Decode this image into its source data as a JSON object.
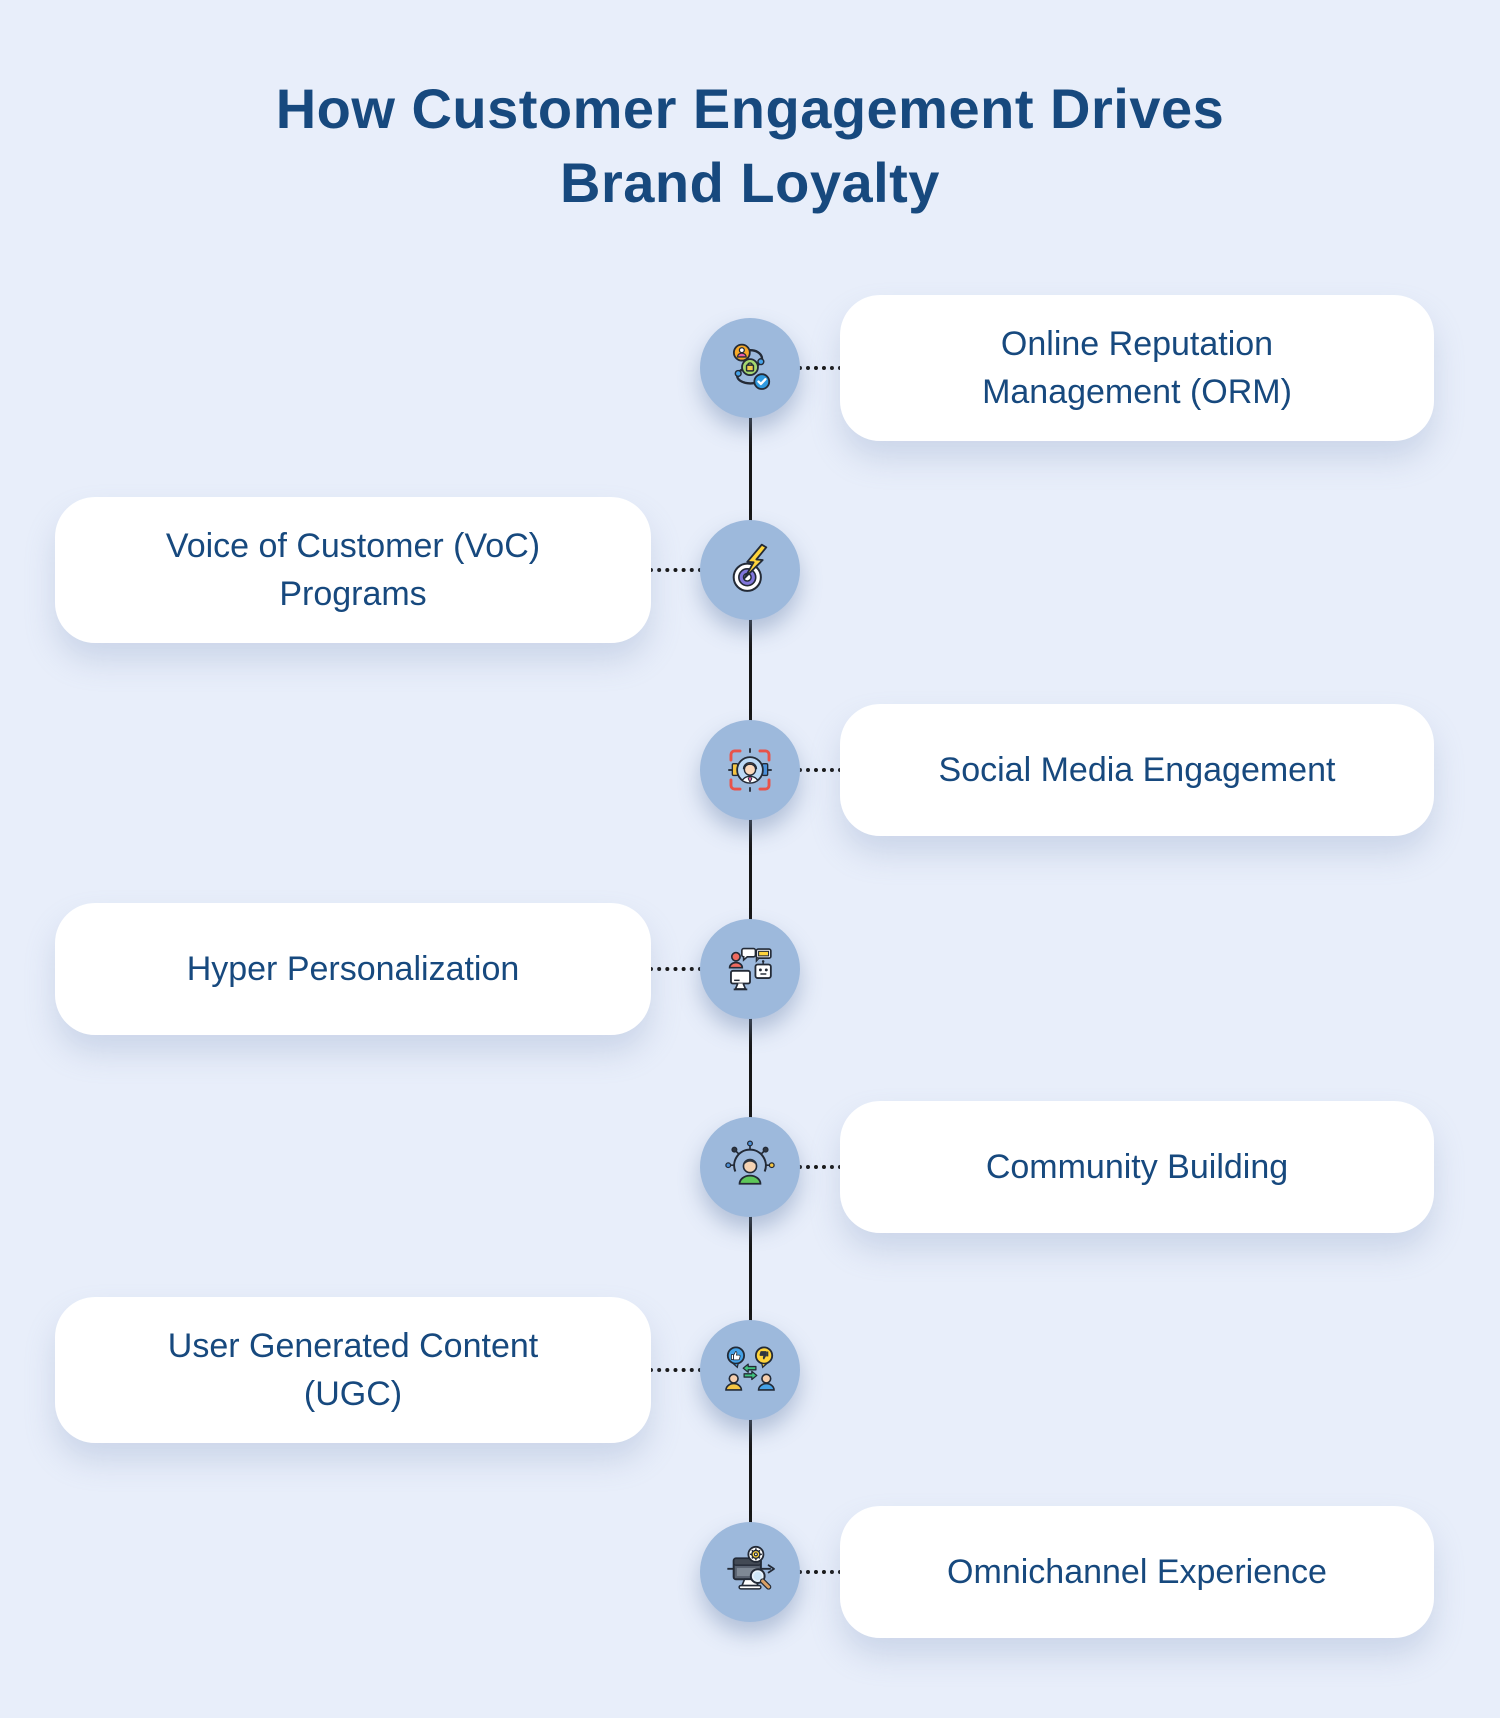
{
  "title": {
    "full": "How Customer Engagement Drives Brand Loyalty",
    "lines": [
      "How Customer Engagement Drives",
      "Brand Loyalty"
    ]
  },
  "colors": {
    "background": "#E8EEFA",
    "card": "#FFFFFF",
    "node_circle": "#9DB9DC",
    "text": "#17497E",
    "line": "#161616"
  },
  "items": [
    {
      "label": "Online Reputation Management (ORM)",
      "lines": [
        "Online Reputation",
        "Management (ORM)"
      ],
      "side": "right",
      "icon": "customer-journey-check-icon"
    },
    {
      "label": "Voice of Customer (VoC) Programs",
      "lines": [
        "Voice of Customer (VoC)",
        "Programs"
      ],
      "side": "left",
      "icon": "target-lightning-icon"
    },
    {
      "label": "Social Media Engagement",
      "lines": [
        "Social Media Engagement"
      ],
      "side": "right",
      "icon": "face-recognition-icon"
    },
    {
      "label": "Hyper Personalization",
      "lines": [
        "Hyper Personalization"
      ],
      "side": "left",
      "icon": "human-robot-chat-icon"
    },
    {
      "label": "Community Building",
      "lines": [
        "Community Building"
      ],
      "side": "right",
      "icon": "person-network-icon"
    },
    {
      "label": "User Generated Content (UGC)",
      "lines": [
        "User Generated Content",
        "(UGC)"
      ],
      "side": "left",
      "icon": "feedback-exchange-icon"
    },
    {
      "label": "Omnichannel Experience",
      "lines": [
        "Omnichannel Experience"
      ],
      "side": "right",
      "icon": "monitor-gear-search-icon"
    }
  ]
}
